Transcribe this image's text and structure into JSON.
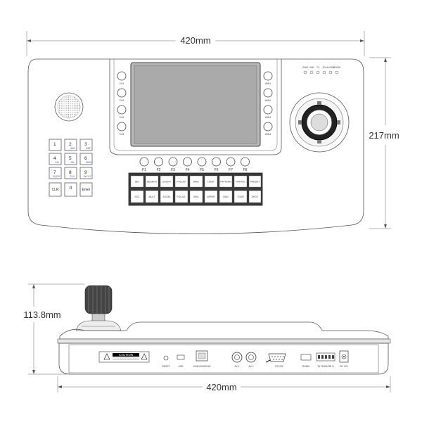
{
  "dimensions": {
    "top_width": "420mm",
    "top_depth": "217mm",
    "front_height": "113.8mm",
    "front_width": "420mm"
  },
  "left_screen_buttons": [
    "CH1",
    "CH2",
    "CH3",
    "CH4"
  ],
  "right_screen_buttons": [
    "WIN1",
    "WIN2",
    "WIN3",
    "WIN4"
  ],
  "function_keys": [
    "F1",
    "F2",
    "F3",
    "F4",
    "F5",
    "F6",
    "F7",
    "F8"
  ],
  "indicator_lights": [
    "PWR",
    "LINK",
    "TX",
    "RX",
    "ALARM",
    "ZOOM"
  ],
  "keypad": [
    {
      "num": "1",
      "sub": ""
    },
    {
      "num": "2",
      "sub": "ABC"
    },
    {
      "num": "3",
      "sub": "DEF"
    },
    {
      "num": "4",
      "sub": "GHI"
    },
    {
      "num": "5",
      "sub": "JKL"
    },
    {
      "num": "6",
      "sub": "MNO"
    },
    {
      "num": "7",
      "sub": "PQRS"
    },
    {
      "num": "8",
      "sub": "TUV"
    },
    {
      "num": "9",
      "sub": "WXYZ"
    },
    {
      "num": "CLR",
      "sub": ""
    },
    {
      "num": "0",
      "sub": ""
    },
    {
      "num": "Enter",
      "sub": ""
    }
  ],
  "control_keys_row1": [
    "SET",
    "SEARCH",
    "ZOOM+",
    "FOCUS+",
    "IRIS+",
    "LIGHT",
    "PATTERN",
    "PATROL",
    "PRESET"
  ],
  "control_keys_row2": [
    "ESC",
    "MULT",
    "ZOOM-",
    "FOCUS-",
    "IRIS-",
    "WIPER",
    "RUN",
    "TOUR",
    "SHOT"
  ],
  "rear_panel": {
    "caution": "CAUTION",
    "reset": "RESET",
    "usb": "USB",
    "ethernet": "10M/100M/RJ45",
    "video1": "AV 1",
    "video2": "AV 2",
    "serial": "RS-232",
    "rs485": "RS485",
    "terminal": "TA TB RA RB G",
    "power": "DC 12V"
  }
}
